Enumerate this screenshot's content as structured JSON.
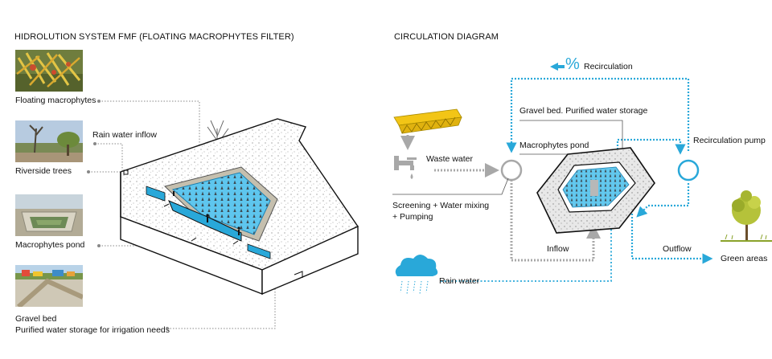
{
  "left": {
    "title": "HIDROLUTION SYSTEM FMF (FLOATING MACROPHYTES FILTER)",
    "labels": {
      "floating_macrophytes": "Floating macrophytes",
      "riverside_trees": "Riverside trees",
      "macrophytes_pond": "Macrophytes pond",
      "gravel_bed": "Gravel bed",
      "purified_storage": "Purified water storage for irrigation needs",
      "rain_water_inflow": "Rain water inflow"
    }
  },
  "right": {
    "title": "CIRCULATION DIAGRAM",
    "labels": {
      "recirculation": "Recirculation",
      "recirculation_symbol": "%",
      "gravel_bed_storage": "Gravel bed. Purified water storage",
      "macrophytes_pond": "Macrophytes pond",
      "recirculation_pump": "Recirculation pump",
      "waste_water": "Waste water",
      "screening_line1": "Screening + Water mixing",
      "screening_line2": "+ Pumping",
      "inflow": "Inflow",
      "outflow": "Outflow",
      "green_areas": "Green areas",
      "rain_water": "Rain water"
    }
  },
  "colors": {
    "water_blue": "#29a8d9",
    "grey_flow": "#a8a8a8",
    "yellow": "#f2c516"
  }
}
